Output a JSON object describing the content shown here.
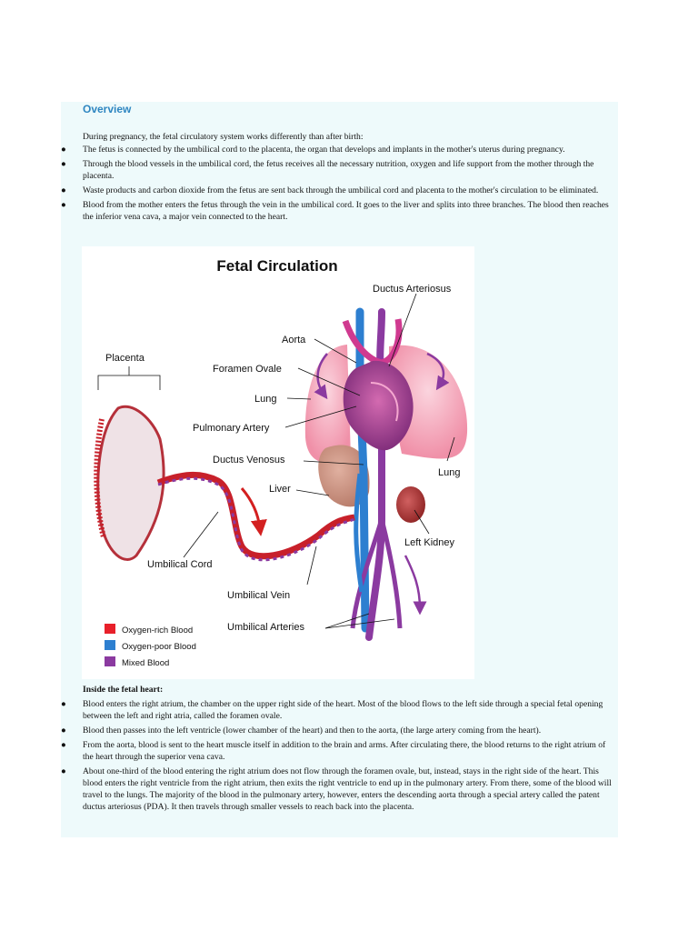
{
  "overview": {
    "heading": "Overview",
    "intro": "During pregnancy, the fetal circulatory system works differently than after birth:",
    "bullets": [
      "The fetus is connected by the umbilical cord to the placenta, the organ that develops and implants in the mother's uterus during pregnancy.",
      "Through the blood vessels in the umbilical cord, the fetus receives all the necessary nutrition, oxygen and life support from the mother through the placenta.",
      "Waste products and carbon dioxide from the fetus are sent back through the umbilical cord and placenta to the mother's circulation to be eliminated.",
      "Blood from the mother enters the fetus through the vein in the umbilical cord. It goes to the liver and splits into three branches. The blood then reaches the inferior vena cava, a major vein connected to the heart."
    ]
  },
  "figure": {
    "title": "Fetal Circulation",
    "labels": {
      "ductus_arteriosus": "Ductus Arteriosus",
      "aorta": "Aorta",
      "placenta": "Placenta",
      "foramen_ovale": "Foramen Ovale",
      "lung_left": "Lung",
      "pulmonary_artery": "Pulmonary Artery",
      "ductus_venosus": "Ductus Venosus",
      "lung_right": "Lung",
      "liver": "Liver",
      "umbilical_cord": "Umbilical Cord",
      "left_kidney": "Left Kidney",
      "umbilical_vein": "Umbilical Vein",
      "umbilical_arteries": "Umbilical Arteries"
    },
    "legend": [
      {
        "label": "Oxygen-rich Blood",
        "color": "#e8202a"
      },
      {
        "label": "Oxygen-poor Blood",
        "color": "#2d7fd0"
      },
      {
        "label": "Mixed Blood",
        "color": "#8b3aa0"
      }
    ]
  },
  "heart": {
    "heading": "Inside the fetal heart:",
    "bullets": [
      "Blood enters the right atrium, the chamber on the upper right side of the heart. Most of the blood flows to the left side through a special fetal opening between the left and right atria, called the foramen ovale.",
      "Blood then passes into the left ventricle (lower chamber of the heart) and then to the aorta, (the large artery coming from the heart).",
      "From the aorta, blood is sent to the heart muscle itself in addition to the brain and arms. After circulating there, the blood returns to the right atrium of the heart through the superior vena cava.",
      "About one-third of the blood entering the right atrium does not flow through the foramen ovale, but, instead, stays in the right side of the heart. This blood enters the right ventricle from the right atrium, then exits the right ventricle to end up in the pulmonary artery. From there, some of the blood will travel to the lungs. The majority of the blood in the pulmonary artery, however, enters the descending aorta through a special artery called the patent ductus arteriosus (PDA). It then travels through smaller vessels to reach back into the placenta."
    ]
  }
}
